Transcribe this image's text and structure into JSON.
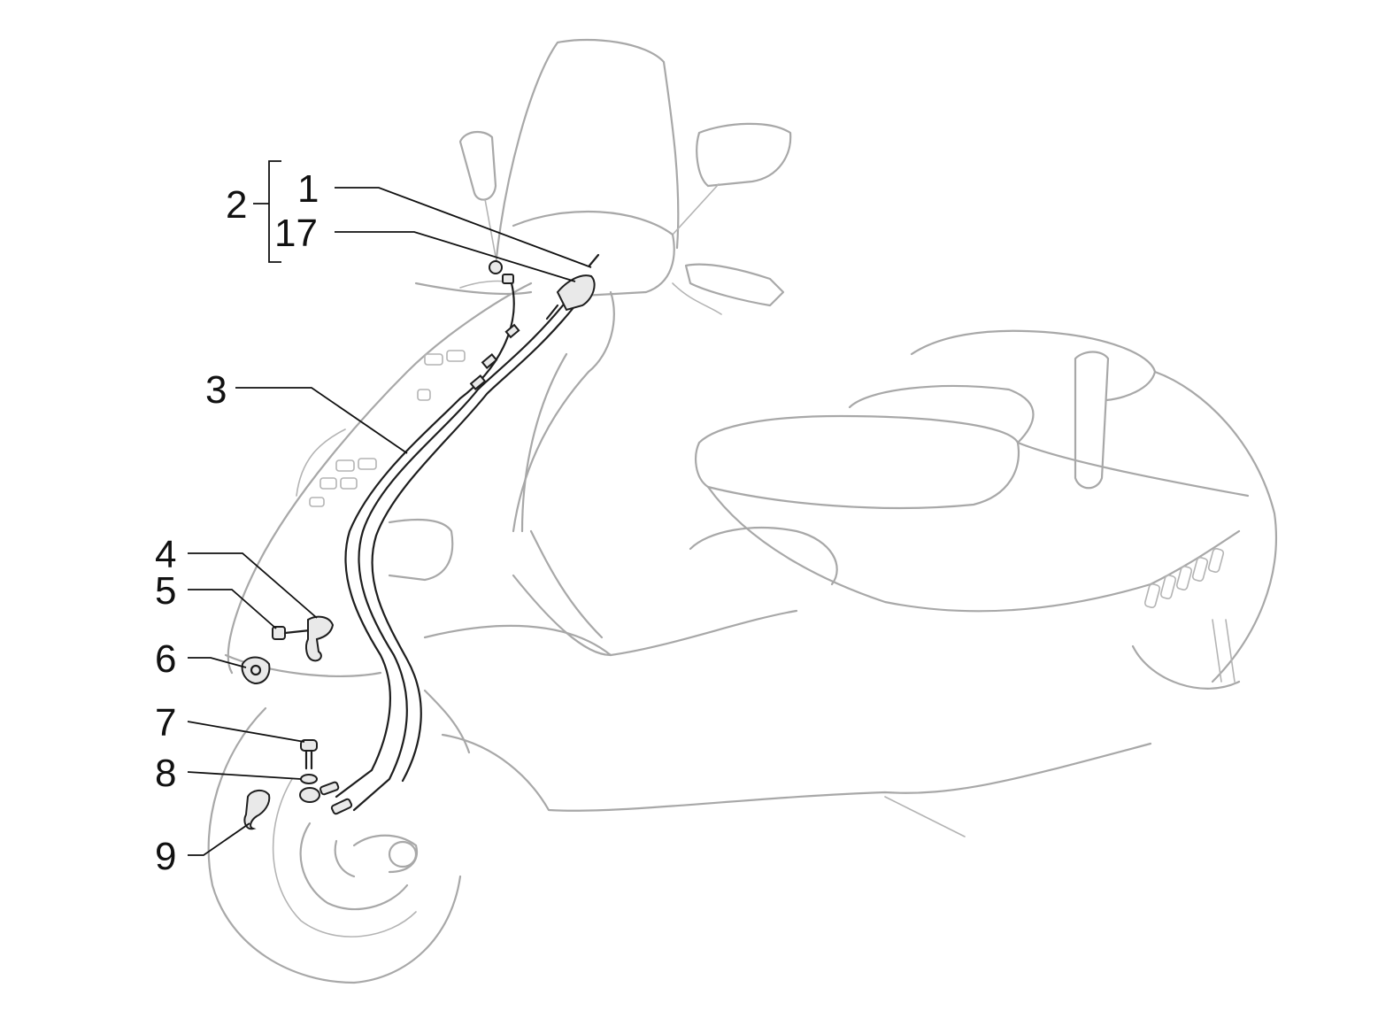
{
  "callouts": {
    "c1": "1",
    "c2": "2",
    "c3": "3",
    "c4": "4",
    "c5": "5",
    "c6": "6",
    "c7": "7",
    "c8": "8",
    "c9": "9",
    "c17": "17"
  },
  "colors": {
    "outline_gray": "#a8a8a8",
    "part_black": "#1e1e1e",
    "background": "#ffffff"
  }
}
